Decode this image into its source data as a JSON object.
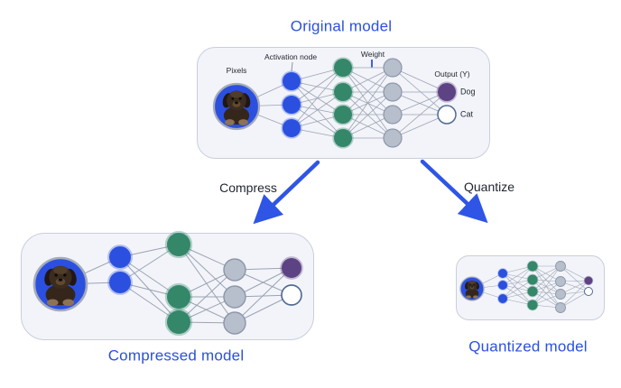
{
  "colors": {
    "accent_blue": "#2b50e0",
    "arrow_blue": "#2f55e6",
    "label_dark": "#1f2530",
    "node_blue": "#2b50e0",
    "node_green": "#35876a",
    "node_gray_fill": "#b7bfcc",
    "node_gray_stroke": "#8d97a9",
    "node_purple": "#5e4384",
    "cat_node_stroke": "#4f6a94",
    "edge_gray": "#9aa3b4",
    "panel_fill": "#f3f4f9",
    "panel_stroke": "#c9cedd",
    "input_ring": "#a4abba"
  },
  "original_model": {
    "title": "Original model",
    "labels": {
      "pixels": "Pixels",
      "activation_node": "Activation node",
      "weight": "Weight",
      "output": "Output (Y)",
      "dog": "Dog",
      "cat": "Cat"
    },
    "network": {
      "layers": [
        {
          "name": "input-image",
          "nodes": 1,
          "kind": "image"
        },
        {
          "name": "activation-layer",
          "nodes": 3,
          "kind": "blue"
        },
        {
          "name": "hidden-layer-1",
          "nodes": 4,
          "kind": "green"
        },
        {
          "name": "hidden-layer-2",
          "nodes": 4,
          "kind": "gray"
        },
        {
          "name": "output-layer",
          "nodes": 2,
          "kind": "output",
          "outputs": [
            "Dog",
            "Cat"
          ]
        }
      ]
    }
  },
  "arrows": {
    "compress_label": "Compress",
    "quantize_label": "Quantize"
  },
  "compressed_model": {
    "title": "Compressed model",
    "network": {
      "layers": [
        {
          "name": "input-image",
          "nodes": 1,
          "kind": "image"
        },
        {
          "name": "activation-layer",
          "nodes": 2,
          "kind": "blue"
        },
        {
          "name": "hidden-layer-1",
          "nodes": 3,
          "kind": "green"
        },
        {
          "name": "hidden-layer-2",
          "nodes": 3,
          "kind": "gray"
        },
        {
          "name": "output-layer",
          "nodes": 2,
          "kind": "output",
          "outputs": [
            "Dog",
            "Cat"
          ]
        }
      ]
    }
  },
  "quantized_model": {
    "title": "Quantized model",
    "network": {
      "layers": [
        {
          "name": "input-image",
          "nodes": 1,
          "kind": "image"
        },
        {
          "name": "activation-layer",
          "nodes": 3,
          "kind": "blue"
        },
        {
          "name": "hidden-layer-1",
          "nodes": 4,
          "kind": "green"
        },
        {
          "name": "hidden-layer-2",
          "nodes": 4,
          "kind": "gray"
        },
        {
          "name": "output-layer",
          "nodes": 2,
          "kind": "output",
          "outputs": [
            "Dog",
            "Cat"
          ]
        }
      ]
    }
  }
}
